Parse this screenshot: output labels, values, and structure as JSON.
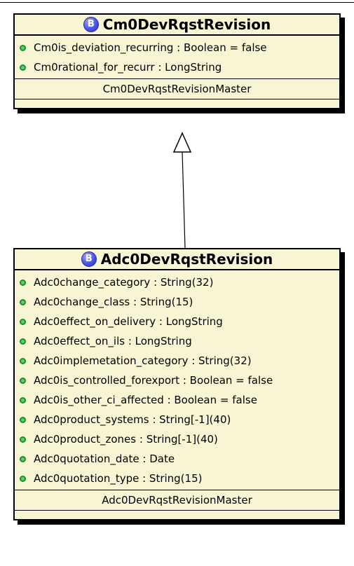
{
  "classes": [
    {
      "badge": "B",
      "name": "Cm0DevRqstRevision",
      "attributes": [
        "Cm0is_deviation_recurring : Boolean = false",
        "Cm0rational_for_recurr : LongString"
      ],
      "master": "Cm0DevRqstRevisionMaster"
    },
    {
      "badge": "B",
      "name": "Adc0DevRqstRevision",
      "attributes": [
        "Adc0change_category : String(32)",
        "Adc0change_class : String(15)",
        "Adc0effect_on_delivery : LongString",
        "Adc0effect_on_ils : LongString",
        "Adc0implemetation_category : String(32)",
        "Adc0is_controlled_forexport : Boolean = false",
        "Adc0is_other_ci_affected : Boolean = false",
        "Adc0product_systems : String[-1](40)",
        "Adc0product_zones : String[-1](40)",
        "Adc0quotation_date : Date",
        "Adc0quotation_type : String(15)"
      ],
      "master": "Adc0DevRqstRevisionMaster"
    }
  ],
  "colors": {
    "class_fill": "#f7f5d3",
    "attribute_icon": "#5cd36a",
    "badge": "#4b54e6"
  },
  "relationship": {
    "type": "generalization",
    "from": "Adc0DevRqstRevision",
    "to": "Cm0DevRqstRevision"
  }
}
